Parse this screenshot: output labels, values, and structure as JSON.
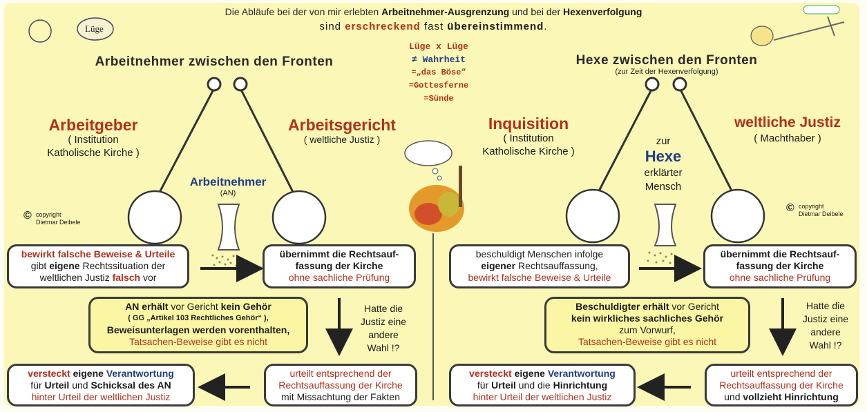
{
  "header": {
    "line1_a": "Die Abläufe bei der von mir erlebten",
    "line1_b": "Arbeitnehmer-Ausgrenzung",
    "line1_c": "und bei der",
    "line1_d": "Hexenverfolgung",
    "line2_a": "sind",
    "line2_b": "erschreckend",
    "line2_c": "fast",
    "line2_d": "übereinstimmend",
    "line2_e": "."
  },
  "logos": {
    "luge": "Lüge"
  },
  "center_formula": {
    "l1": "Lüge x Lüge",
    "l2": "≠ Wahrheit",
    "l3": "=„das Böse“",
    "l4": "=Gottesferne",
    "l5": "=Sünde"
  },
  "left": {
    "title": "Arbeitnehmer zwischen den Fronten",
    "left_actor": "Arbeitgeber",
    "left_actor_sub1": "( Institution",
    "left_actor_sub2": "Katholische Kirche )",
    "right_actor": "Arbeitsgericht",
    "right_actor_sub": "( weltliche Justiz )",
    "middle": "Arbeitnehmer",
    "middle_sub": "(AN)",
    "copyright1": "copyright",
    "copyright2": "Dietmar Deibele",
    "box1": {
      "a": "bewirkt falsche Beweise & Urteile",
      "b1": "gibt",
      "b2": "eigene",
      "b3": "Rechtssituation der",
      "c1": "weltlichen Justiz",
      "c2": "falsch",
      "c3": "vor"
    },
    "box2": {
      "a": "übernimmt die Rechtsauf-",
      "b": "fassung der Kirche",
      "c": "ohne sachliche Prüfung"
    },
    "box3": {
      "a1": "AN erhält",
      "a2": "vor Gericht",
      "a3": "kein Gehör",
      "b": "( GG „Artikel 103 Rechtliches Gehör“ ),",
      "c": "Beweisunterlagen werden vorenthalten,",
      "d": "Tatsachen-Beweise gibt es nicht"
    },
    "question": {
      "l1": "Hatte die",
      "l2": "Justiz eine",
      "l3": "andere",
      "l4": "Wahl !?"
    },
    "box4": {
      "a1": "versteckt",
      "a2": "eigene",
      "a3": "Verantwortung",
      "b1": "für",
      "b2": "Urteil",
      "b3": "und",
      "b4": "Schicksal des AN",
      "c": "hinter Urteil der weltlichen Justiz"
    },
    "box5": {
      "a": "urteilt entsprechend der",
      "b": "Rechtsauffassung der Kirche",
      "c": "mit Missachtung der Fakten"
    }
  },
  "right": {
    "title": "Hexe zwischen den Fronten",
    "subtitle": "(zur Zeit der Hexenverfolgung)",
    "left_actor": "Inquisition",
    "left_actor_sub1": "( Institution",
    "left_actor_sub2": "Katholische Kirche )",
    "right_actor": "weltliche Justiz",
    "right_actor_sub": "( Machthaber )",
    "middle1": "zur",
    "middle2": "Hexe",
    "middle3": "erklärter",
    "middle4": "Mensch",
    "copyright1": "copyright",
    "copyright2": "Dietmar Deibele",
    "box1": {
      "a": "beschuldigt Menschen infolge",
      "b1": "eigener",
      "b2": "Rechtsauffassung,",
      "c": "bewirkt falsche Beweise & Urteile"
    },
    "box2": {
      "a": "übernimmt die Rechtsauf-",
      "b": "fassung der Kirche",
      "c": "ohne sachliche Prüfung"
    },
    "box3": {
      "a1": "Beschuldigter erhält",
      "a2": "vor Gericht",
      "b": "kein wirkliches sachliches Gehör",
      "c": "zum Vorwurf,",
      "d": "Tatsachen-Beweise gibt es nicht"
    },
    "question": {
      "l1": "Hatte die",
      "l2": "Justiz eine",
      "l3": "andere",
      "l4": "Wahl !?"
    },
    "box4": {
      "a1": "versteckt",
      "a2": "eigene",
      "a3": "Verantwortung",
      "b1": "für",
      "b2": "Urteil",
      "b3": "und die",
      "b4": "Hinrichtung",
      "c": "hinter Urteil der weltlichen Justiz"
    },
    "box5": {
      "a": "urteilt entsprechend der",
      "b": "Rechtsauffassung der Kirche",
      "c1": "und",
      "c2": "vollzieht Hinrichtung"
    }
  },
  "colors": {
    "red": "#b0311e",
    "navy": "#1f3f86",
    "panel": "#fbf7b6",
    "fire": "#e39a2a"
  }
}
